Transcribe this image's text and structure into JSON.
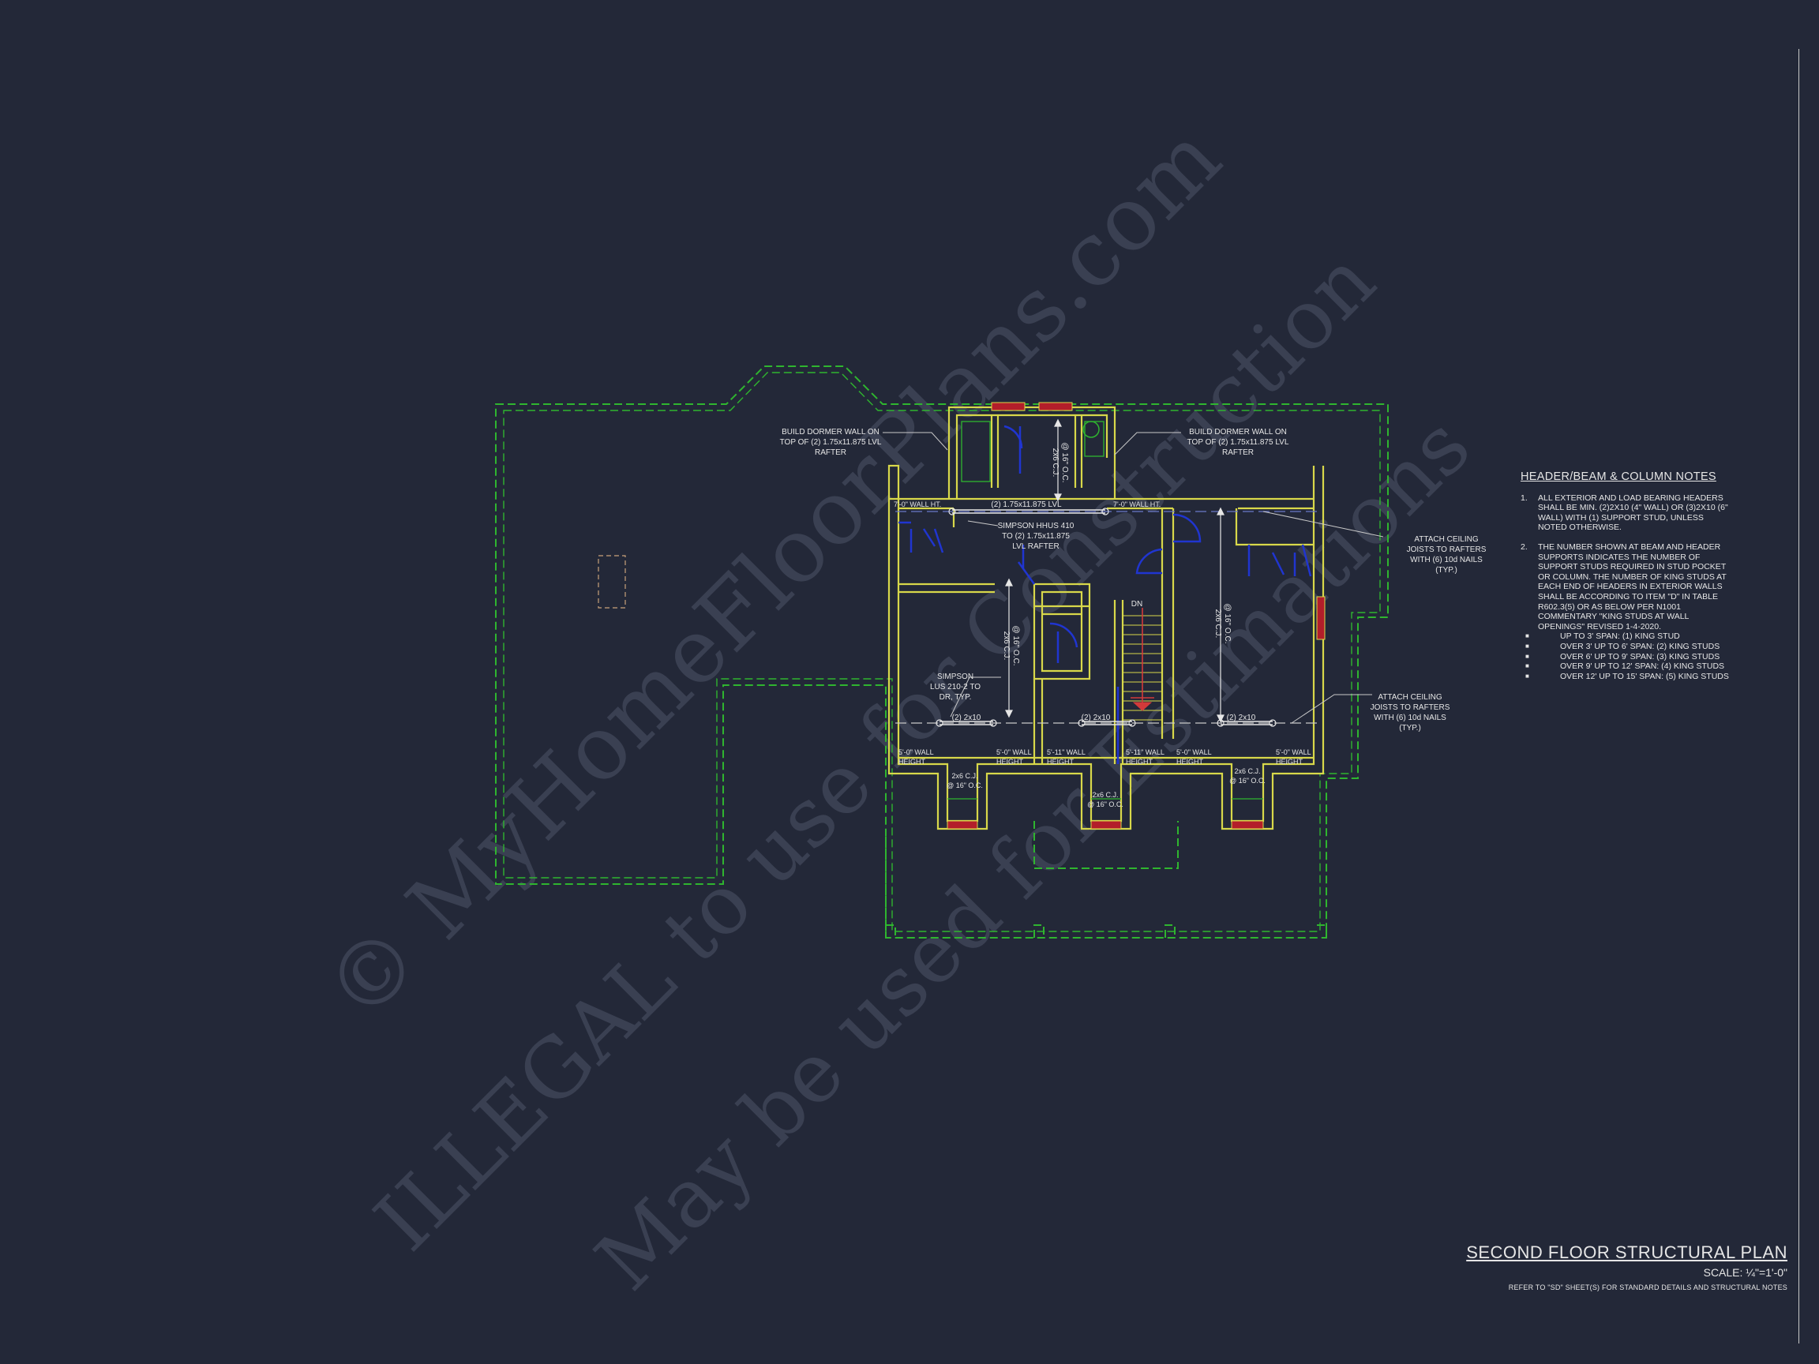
{
  "watermark": {
    "line1": "© MyHomeFloorPlans.com",
    "line2": "ILLEGAL to use for Construction",
    "line3": "May be used for Estimations"
  },
  "annotations": {
    "dormer_left": [
      "BUILD DORMER WALL ON",
      "TOP OF (2) 1.75x11.875 LVL",
      "RAFTER"
    ],
    "dormer_right": [
      "BUILD DORMER WALL ON",
      "TOP OF (2) 1.75x11.875 LVL",
      "RAFTER"
    ],
    "wall_ht_left": "7'-0\" WALL HT.",
    "beam_top": "(2) 1.75x11.875 LVL",
    "wall_ht_right": "7'-0\" WALL HT.",
    "simpson_hhus": [
      "SIMPSON HHUS 410",
      "TO (2) 1.75x11.875",
      "LVL RAFTER"
    ],
    "attach_top": [
      "ATTACH CEILING",
      "JOISTS TO RAFTERS",
      "WITH (6) 10d NAILS",
      "(TYP.)"
    ],
    "attach_bottom": [
      "ATTACH CEILING",
      "JOISTS TO RAFTERS",
      "WITH (6) 10d NAILS",
      "(TYP.)"
    ],
    "simpson_lus": [
      "SIMPSON",
      "LUS 210-2 TO",
      "DR, TYP."
    ],
    "cj_left_vertical": [
      "2x6 C.J.",
      "@ 16\" O.C."
    ],
    "cj_right_vertical": [
      "2x6 C.J.",
      "@ 16\" O.C."
    ],
    "cj_top_vertical": [
      "2x6 C.J.",
      "@ 16\" O.C."
    ],
    "dn": "DN",
    "header_1": "(2) 2x10",
    "header_2": "(2) 2x10",
    "header_3": "(2) 2x10",
    "wh_1": [
      "5'-0\" WALL",
      "HEIGHT"
    ],
    "wh_2": [
      "5'-0\" WALL",
      "HEIGHT"
    ],
    "wh_3": [
      "5'-11\" WALL",
      "HEIGHT"
    ],
    "wh_4": [
      "5'-11\" WALL",
      "HEIGHT"
    ],
    "wh_5": [
      "5'-0\" WALL",
      "HEIGHT"
    ],
    "wh_6": [
      "5'-0\" WALL",
      "HEIGHT"
    ],
    "cj_bot_1": [
      "2x6 C.J.",
      "@ 16\" O.C."
    ],
    "cj_bot_2": [
      "2x6 C.J.",
      "@ 16\" O.C."
    ],
    "cj_bot_3": [
      "2x6 C.J.",
      "@ 16\" O.C."
    ]
  },
  "notes": {
    "title": "HEADER/BEAM & COLUMN NOTES",
    "items": [
      {
        "num": "1.",
        "text": "ALL EXTERIOR AND LOAD BEARING HEADERS SHALL BE MIN. (2)2x10 (4\" WALL) OR (3)2x10 (6\" WALL) WITH (1) SUPPORT STUD, UNLESS NOTED OTHERWISE."
      },
      {
        "num": "2.",
        "text": "THE NUMBER SHOWN AT BEAM AND HEADER SUPPORTS INDICATES THE NUMBER OF SUPPORT STUDS REQUIRED IN STUD POCKET OR COLUMN. THE NUMBER OF KING STUDS AT EACH END OF HEADERS IN EXTERIOR WALLS SHALL BE ACCORDING TO ITEM \"d\" IN TABLE R602.3(5) OR AS BELOW PER N1001 COMMENTARY \"KING STUDS AT WALL OPENINGS\" REVISED 1-4-2020."
      }
    ],
    "bullets": [
      "UP TO 3' SPAN: (1) KING STUD",
      "OVER 3' UP TO 6' SPAN: (2) KING STUDS",
      "OVER 6' UP TO 9' SPAN: (3) KING STUDS",
      "OVER 9' UP TO 12' SPAN: (4) KING STUDS",
      "OVER 12' UP TO 15' SPAN: (5) KING STUDS"
    ],
    "bullet_mark": "■"
  },
  "plan_title": {
    "title": "SECOND FLOOR STRUCTURAL PLAN",
    "scale": "SCALE: ¼\"=1'-0\"",
    "refer": "REFER TO \"SD\" SHEET(S) FOR STANDARD DETAILS AND STRUCTURAL NOTES"
  },
  "colors": {
    "background": "#232838",
    "roof_outline": "#2fb52f",
    "walls": "#d8d84a",
    "plumbing": "#2035d0",
    "window": "#b31e2a",
    "stair": "#d23a3a",
    "text": "#e6e6e6",
    "watermark": "#3a4052"
  }
}
